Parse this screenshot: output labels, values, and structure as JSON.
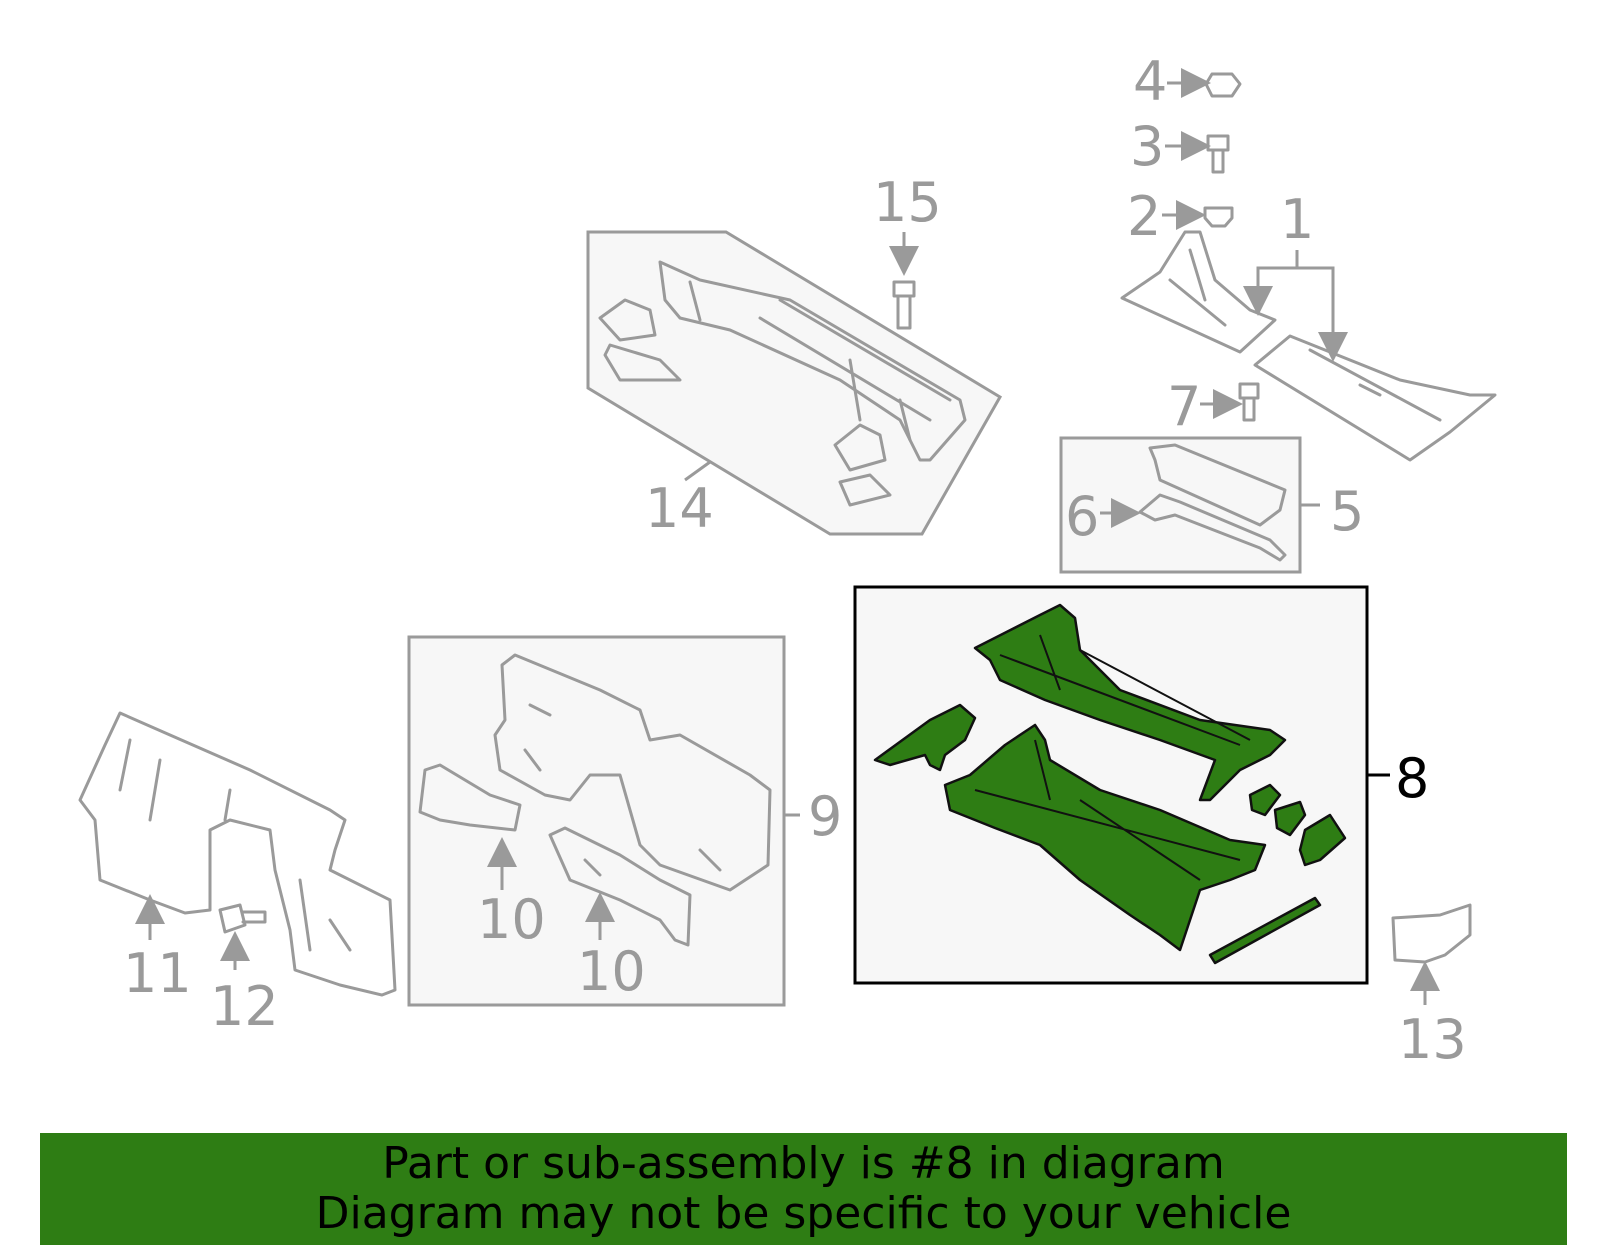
{
  "callouts": {
    "c1": "1",
    "c2": "2",
    "c3": "3",
    "c4": "4",
    "c5": "5",
    "c6": "6",
    "c7": "7",
    "c8": "8",
    "c9": "9",
    "c10a": "10",
    "c10b": "10",
    "c11": "11",
    "c12": "12",
    "c13": "13",
    "c14": "14",
    "c15": "15"
  },
  "highlighted_part": "8",
  "colors": {
    "highlight": "#2e7d14",
    "line": "#9a9a9a",
    "banner": "#2e7d14"
  },
  "banner": {
    "line1": "Part or sub-assembly is #8 in diagram",
    "line2": "Diagram may not be specific to your vehicle"
  }
}
